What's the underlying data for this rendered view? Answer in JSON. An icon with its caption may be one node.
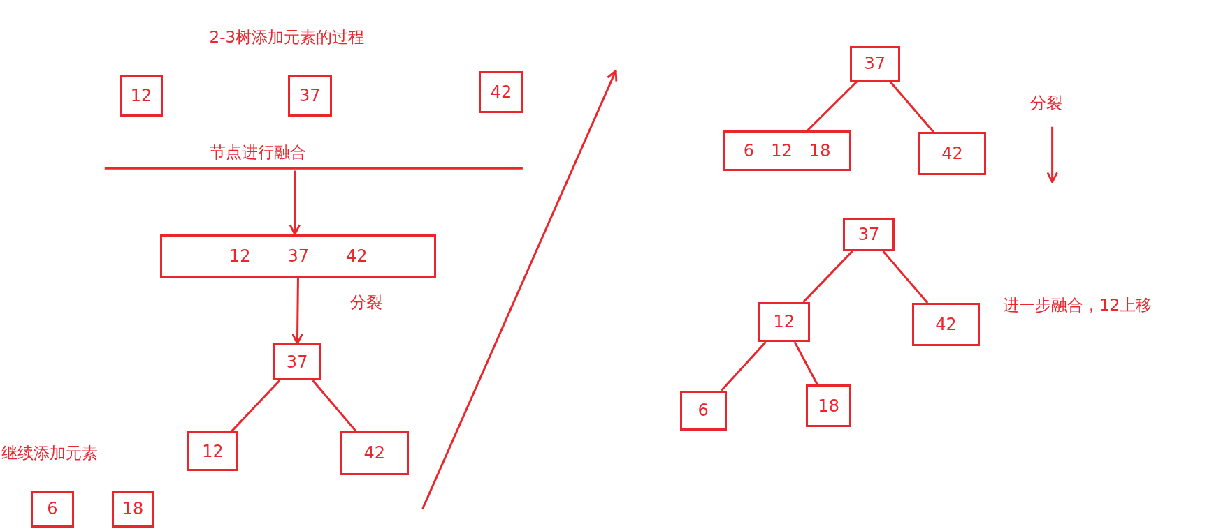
{
  "diagram": {
    "title": "2-3树添加元素的过程",
    "nodes": [
      {
        "text": [
          "12"
        ]
      },
      {
        "text": [
          "37"
        ]
      },
      {
        "text": [
          "42"
        ]
      },
      {
        "text": [
          "12",
          "37",
          "42"
        ]
      },
      {
        "text": [
          "37"
        ]
      },
      {
        "text": [
          "12"
        ]
      },
      {
        "text": [
          "42"
        ]
      },
      {
        "text": [
          "6"
        ]
      },
      {
        "text": [
          "18"
        ]
      },
      {
        "text": [
          "37"
        ]
      },
      {
        "text": [
          "6",
          "12",
          "18"
        ]
      },
      {
        "text": [
          "42"
        ]
      },
      {
        "text": [
          "37"
        ]
      },
      {
        "text": [
          "12"
        ]
      },
      {
        "text": [
          "42"
        ]
      },
      {
        "text": [
          "6"
        ]
      },
      {
        "text": [
          "18"
        ]
      }
    ],
    "edges": [
      {
        "from": null,
        "to": 3,
        "arrow": "to"
      },
      {
        "from": 3,
        "to": 4,
        "arrow": "to",
        "label": "分裂"
      },
      {
        "from": 4,
        "to": 5,
        "arrow": "none"
      },
      {
        "from": 4,
        "to": 6,
        "arrow": "none"
      },
      {
        "from": 9,
        "to": 10,
        "arrow": "none"
      },
      {
        "from": 9,
        "to": 11,
        "arrow": "none"
      },
      {
        "from": 12,
        "to": 13,
        "arrow": "none"
      },
      {
        "from": 12,
        "to": 14,
        "arrow": "none"
      },
      {
        "from": 13,
        "to": 15,
        "arrow": "none"
      },
      {
        "from": 13,
        "to": 16,
        "arrow": "none"
      }
    ],
    "labels": [
      "分裂",
      "节点进行融合",
      "进一步融合，12上移",
      "继续添加元素"
    ]
  }
}
